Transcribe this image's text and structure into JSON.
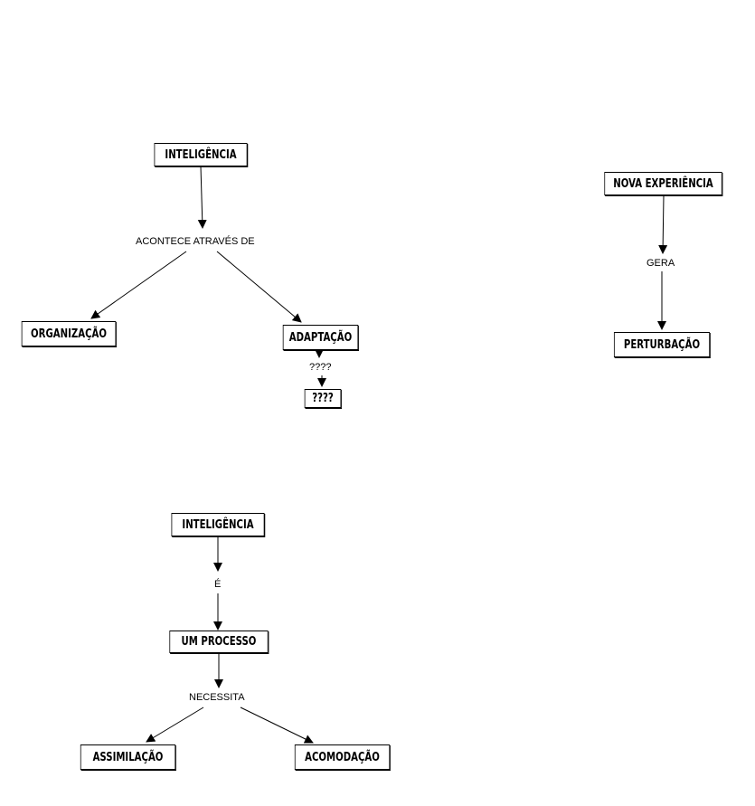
{
  "concept_map_1": {
    "root": "INTELIGÊNCIA",
    "link": "ACONTECE ATRAVÉS DE",
    "left": "ORGANIZAÇÃO",
    "right": "ADAPTAÇÃO",
    "sub_link": "????",
    "sub_node": "????"
  },
  "concept_map_2": {
    "root": "NOVA EXPERIÊNCIA",
    "link": "GERA",
    "child": "PERTURBAÇÃO"
  },
  "concept_map_3": {
    "root": "INTELIGÊNCIA",
    "link_1": "É",
    "middle": "UM PROCESSO",
    "link_2": "NECESSITA",
    "left": "ASSIMILAÇÃO",
    "right": "ACOMODAÇÃO"
  }
}
